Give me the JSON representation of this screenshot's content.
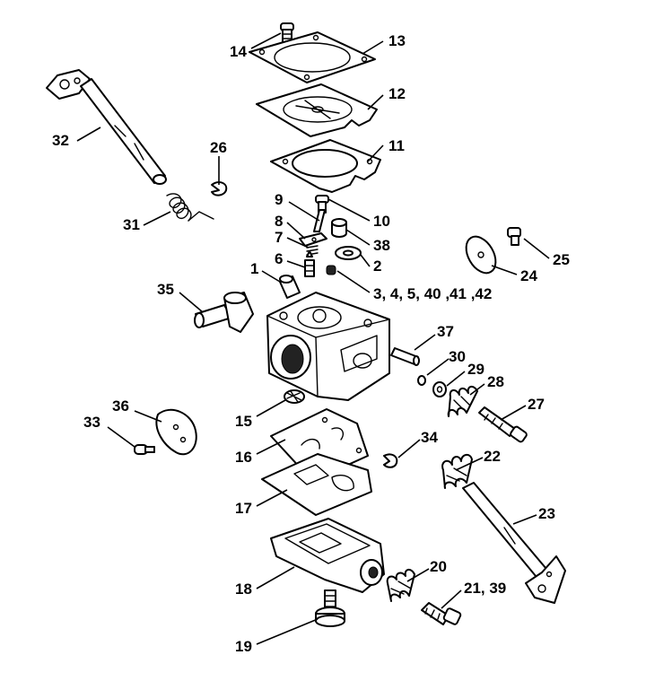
{
  "callouts": [
    {
      "id": "c13",
      "text": "13"
    },
    {
      "id": "c14",
      "text": "14"
    },
    {
      "id": "c12",
      "text": "12"
    },
    {
      "id": "c11",
      "text": "11"
    },
    {
      "id": "c32",
      "text": "32"
    },
    {
      "id": "c26",
      "text": "26"
    },
    {
      "id": "c31",
      "text": "31"
    },
    {
      "id": "c9",
      "text": "9"
    },
    {
      "id": "c10",
      "text": "10"
    },
    {
      "id": "c8",
      "text": "8"
    },
    {
      "id": "c7",
      "text": "7"
    },
    {
      "id": "c38",
      "text": "38"
    },
    {
      "id": "c6",
      "text": "6"
    },
    {
      "id": "c2",
      "text": "2"
    },
    {
      "id": "c1",
      "text": "1"
    },
    {
      "id": "c3",
      "text": "3, 4, 5, 40 ,41 ,42"
    },
    {
      "id": "c25",
      "text": "25"
    },
    {
      "id": "c24",
      "text": "24"
    },
    {
      "id": "c35",
      "text": "35"
    },
    {
      "id": "c37",
      "text": "37"
    },
    {
      "id": "c30",
      "text": "30"
    },
    {
      "id": "c29",
      "text": "29"
    },
    {
      "id": "c28",
      "text": "28"
    },
    {
      "id": "c27",
      "text": "27"
    },
    {
      "id": "c15",
      "text": "15"
    },
    {
      "id": "c36",
      "text": "36"
    },
    {
      "id": "c33",
      "text": "33"
    },
    {
      "id": "c16",
      "text": "16"
    },
    {
      "id": "c34",
      "text": "34"
    },
    {
      "id": "c22",
      "text": "22"
    },
    {
      "id": "c17",
      "text": "17"
    },
    {
      "id": "c23",
      "text": "23"
    },
    {
      "id": "c20",
      "text": "20"
    },
    {
      "id": "c18",
      "text": "18"
    },
    {
      "id": "c21",
      "text": "21, 39"
    },
    {
      "id": "c19",
      "text": "19"
    }
  ]
}
